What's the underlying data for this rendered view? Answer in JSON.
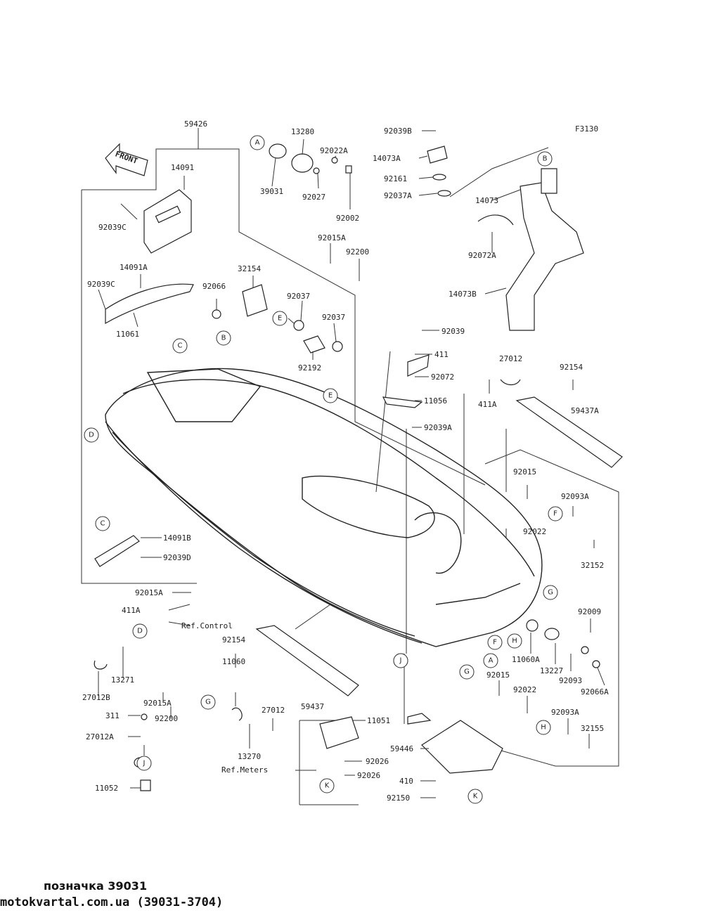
{
  "diagram_code": "F3130",
  "front_label": "FRONT",
  "part_numbers": [
    "59426",
    "14091",
    "92039C",
    "14091A",
    "92039C",
    "11061",
    "92066",
    "32154",
    "92037",
    "92037",
    "92192",
    "13280",
    "92022A",
    "39031",
    "92027",
    "92002",
    "92015A",
    "92200",
    "92039B",
    "14073A",
    "92161",
    "92037A",
    "14073",
    "92072A",
    "14073B",
    "92039",
    "411",
    "92072",
    "11056",
    "92039A",
    "27012",
    "411A",
    "92154",
    "59437A",
    "92015",
    "92093A",
    "92022",
    "32152",
    "14091B",
    "92039D",
    "92015A",
    "411A",
    "13271",
    "27012B",
    "92154",
    "11060",
    "59437",
    "92015A",
    "92200",
    "13270",
    "27012",
    "311",
    "27012A",
    "11052",
    "11051",
    "92026",
    "92026",
    "59446",
    "410",
    "92150",
    "92009",
    "11060A",
    "13227",
    "92093",
    "92066A",
    "92015",
    "92022",
    "92093A",
    "32155"
  ],
  "callouts": [
    "A",
    "A",
    "B",
    "B",
    "C",
    "C",
    "D",
    "D",
    "E",
    "E",
    "F",
    "F",
    "G",
    "G",
    "G",
    "H",
    "H",
    "H",
    "J",
    "J",
    "K",
    "K"
  ],
  "references": [
    "Ref.Control",
    "Ref.Meters"
  ],
  "footer": {
    "title": "позначка 39031",
    "site": "motokvartal.com.ua (39031-3704)"
  }
}
